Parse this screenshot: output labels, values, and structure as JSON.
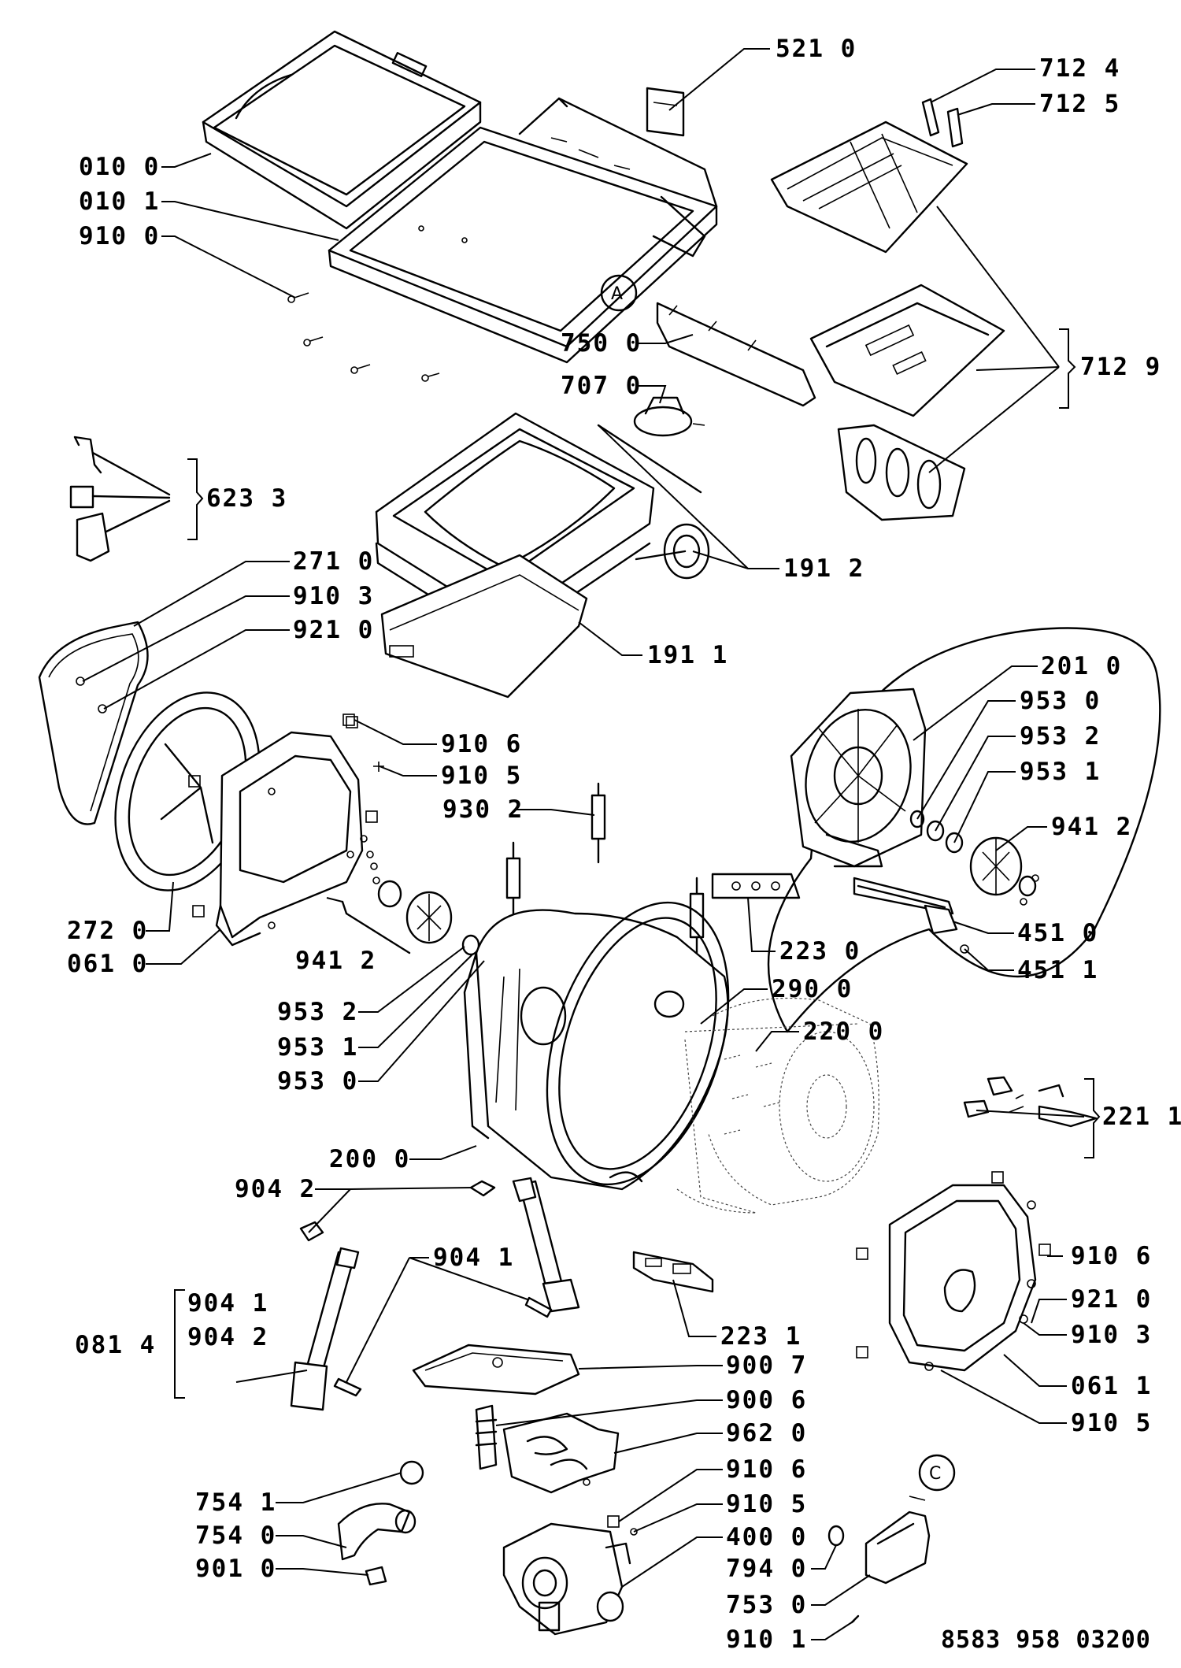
{
  "diagram": {
    "drawing_number": "8583 958 03200",
    "callout_markers": [
      "A",
      "C"
    ],
    "labels": [
      {
        "id": "l01",
        "text": "521 0"
      },
      {
        "id": "l02",
        "text": "712 4"
      },
      {
        "id": "l03",
        "text": "712 5"
      },
      {
        "id": "l04",
        "text": "010 0"
      },
      {
        "id": "l05",
        "text": "010 1"
      },
      {
        "id": "l06",
        "text": "910 0"
      },
      {
        "id": "l07",
        "text": "750 0"
      },
      {
        "id": "l08",
        "text": "712 9"
      },
      {
        "id": "l09",
        "text": "707 0"
      },
      {
        "id": "l10",
        "text": "623 3"
      },
      {
        "id": "l11",
        "text": "191 2"
      },
      {
        "id": "l12",
        "text": "271 0"
      },
      {
        "id": "l13",
        "text": "910 3"
      },
      {
        "id": "l14",
        "text": "921 0"
      },
      {
        "id": "l15",
        "text": "191 1"
      },
      {
        "id": "l16",
        "text": "201 0"
      },
      {
        "id": "l17",
        "text": "953 0"
      },
      {
        "id": "l18",
        "text": "910 6"
      },
      {
        "id": "l19",
        "text": "953 2"
      },
      {
        "id": "l20",
        "text": "910 5"
      },
      {
        "id": "l21",
        "text": "953 1"
      },
      {
        "id": "l22",
        "text": "930 2"
      },
      {
        "id": "l23",
        "text": "941 2"
      },
      {
        "id": "l24",
        "text": "272 0"
      },
      {
        "id": "l25",
        "text": "451 0"
      },
      {
        "id": "l26",
        "text": "061 0"
      },
      {
        "id": "l27",
        "text": "941 2"
      },
      {
        "id": "l28",
        "text": "223 0"
      },
      {
        "id": "l29",
        "text": "451 1"
      },
      {
        "id": "l30",
        "text": "953 2"
      },
      {
        "id": "l31",
        "text": "290 0"
      },
      {
        "id": "l32",
        "text": "953 1"
      },
      {
        "id": "l33",
        "text": "220 0"
      },
      {
        "id": "l34",
        "text": "953 0"
      },
      {
        "id": "l35",
        "text": "221 1"
      },
      {
        "id": "l36",
        "text": "200 0"
      },
      {
        "id": "l37",
        "text": "904 2"
      },
      {
        "id": "l38",
        "text": "904 1"
      },
      {
        "id": "l39",
        "text": "910 6"
      },
      {
        "id": "l40",
        "text": "904 1"
      },
      {
        "id": "l41",
        "text": "223 1"
      },
      {
        "id": "l42",
        "text": "921 0"
      },
      {
        "id": "l43",
        "text": "081 4"
      },
      {
        "id": "l44",
        "text": "904 2"
      },
      {
        "id": "l45",
        "text": "910 3"
      },
      {
        "id": "l46",
        "text": "900 7"
      },
      {
        "id": "l47",
        "text": "061 1"
      },
      {
        "id": "l48",
        "text": "900 6"
      },
      {
        "id": "l49",
        "text": "910 5"
      },
      {
        "id": "l50",
        "text": "962 0"
      },
      {
        "id": "l51",
        "text": "910 6"
      },
      {
        "id": "l52",
        "text": "754 1"
      },
      {
        "id": "l53",
        "text": "910 5"
      },
      {
        "id": "l54",
        "text": "754 0"
      },
      {
        "id": "l55",
        "text": "400 0"
      },
      {
        "id": "l56",
        "text": "901 0"
      },
      {
        "id": "l57",
        "text": "794 0"
      },
      {
        "id": "l58",
        "text": "753 0"
      },
      {
        "id": "l59",
        "text": "910 1"
      }
    ]
  }
}
